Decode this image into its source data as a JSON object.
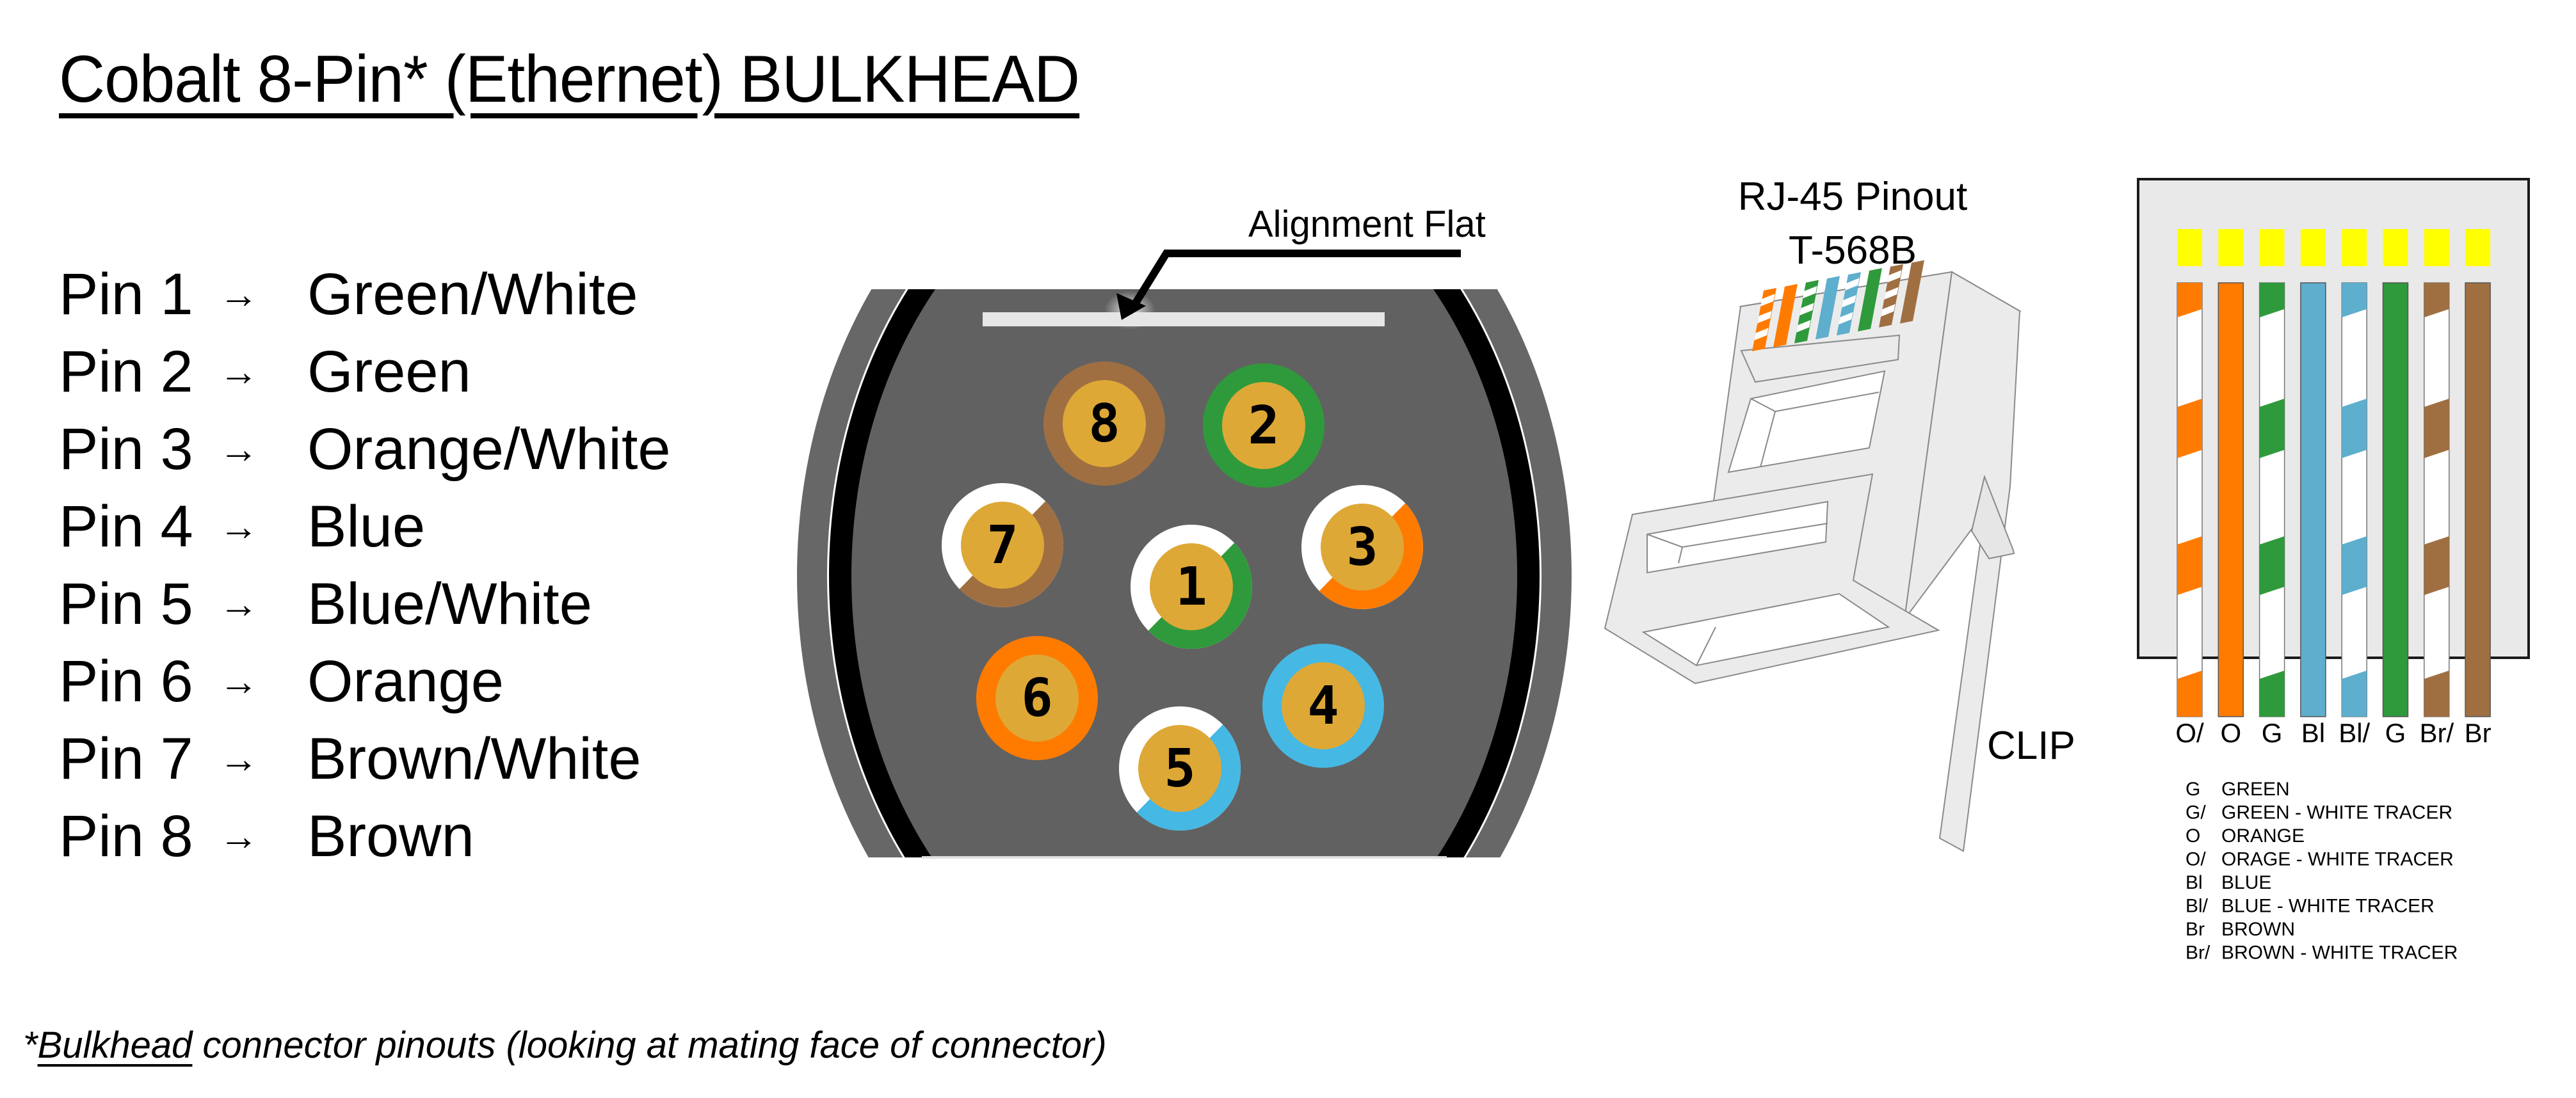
{
  "title": "Cobalt 8-Pin* (Ethernet) BULKHEAD",
  "pin_list": [
    {
      "pin": "Pin 1",
      "arrow": "→",
      "color": "Green/White"
    },
    {
      "pin": "Pin 2",
      "arrow": "→",
      "color": "Green"
    },
    {
      "pin": "Pin 3",
      "arrow": "→",
      "color": "Orange/White"
    },
    {
      "pin": "Pin 4",
      "arrow": "→",
      "color": "Blue"
    },
    {
      "pin": "Pin 5",
      "arrow": "→",
      "color": "Blue/White"
    },
    {
      "pin": "Pin 6",
      "arrow": "→",
      "color": "Orange"
    },
    {
      "pin": "Pin 7",
      "arrow": "→",
      "color": "Brown/White"
    },
    {
      "pin": "Pin 8",
      "arrow": "→",
      "color": "Brown"
    }
  ],
  "connector": {
    "alignment_label": "Alignment Flat",
    "pins": [
      {
        "number": "1",
        "color": "#2f9a3b",
        "white_tracer": true
      },
      {
        "number": "2",
        "color": "#2f9a3b",
        "white_tracer": false
      },
      {
        "number": "3",
        "color": "#ff7b00",
        "white_tracer": true
      },
      {
        "number": "4",
        "color": "#45b8e4",
        "white_tracer": false
      },
      {
        "number": "5",
        "color": "#45b8e4",
        "white_tracer": true
      },
      {
        "number": "6",
        "color": "#ff7b00",
        "white_tracer": false
      },
      {
        "number": "7",
        "color": "#9f6f42",
        "white_tracer": true
      },
      {
        "number": "8",
        "color": "#9f6f42",
        "white_tracer": false
      }
    ],
    "pin_core_color": "#dea837"
  },
  "rj45": {
    "title_line1": "RJ-45 Pinout",
    "title_line2": "T-568B",
    "clip_label": "CLIP",
    "wires": [
      {
        "label": "O/",
        "color": "#ff7b00",
        "striped": true
      },
      {
        "label": "O",
        "color": "#ff7b00",
        "striped": false
      },
      {
        "label": "G",
        "color": "#2f9a3b",
        "striped": true
      },
      {
        "label": "Bl",
        "color": "#5eaecd",
        "striped": false
      },
      {
        "label": "Bl/",
        "color": "#5eaecd",
        "striped": true
      },
      {
        "label": "G",
        "color": "#2f9a3b",
        "striped": false
      },
      {
        "label": "Br/",
        "color": "#9f6f42",
        "striped": true
      },
      {
        "label": "Br",
        "color": "#9f6f42",
        "striped": false
      }
    ],
    "contact_color": "#ffff00"
  },
  "legend": [
    {
      "code": "G",
      "meaning": "GREEN"
    },
    {
      "code": "G/",
      "meaning": "GREEN - WHITE TRACER"
    },
    {
      "code": "O",
      "meaning": "ORANGE"
    },
    {
      "code": "O/",
      "meaning": "ORAGE - WHITE TRACER"
    },
    {
      "code": "Bl",
      "meaning": "BLUE"
    },
    {
      "code": "Bl/",
      "meaning": "BLUE - WHITE TRACER"
    },
    {
      "code": "Br",
      "meaning": "BROWN"
    },
    {
      "code": "Br/",
      "meaning": "BROWN - WHITE TRACER"
    }
  ],
  "footnote": {
    "prefix": "*",
    "underlined": "Bulkhead",
    "rest": " connector pinouts (looking at mating face of connector)"
  }
}
